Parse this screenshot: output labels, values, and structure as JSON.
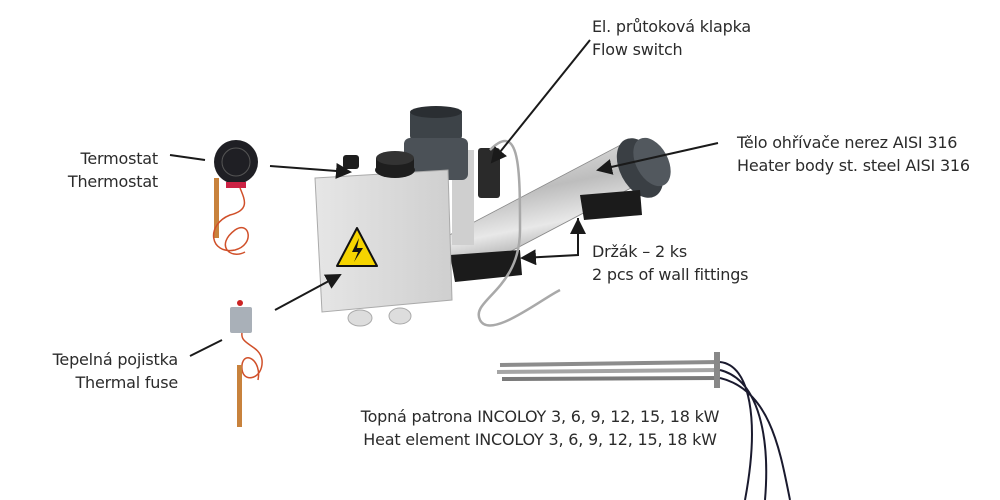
{
  "labels": {
    "flow_switch": {
      "cz": "El. průtoková klapka",
      "en": "Flow switch"
    },
    "heater_body": {
      "cz": "Tělo ohřívače nerez AISI 316",
      "en": "Heater body st. steel AISI 316"
    },
    "thermostat": {
      "cz": "Termostat",
      "en": "Thermostat"
    },
    "wall_fittings": {
      "cz": "Držák – 2 ks",
      "en": "2 pcs of wall fittings"
    },
    "thermal_fuse": {
      "cz": "Tepelná pojistka",
      "en": "Thermal fuse"
    },
    "heat_element": {
      "cz": "Topná patrona INCOLOY 3, 6, 9, 12, 15, 18 kW",
      "en": "Heat element INCOLOY 3, 6, 9, 12, 15, 18 kW"
    }
  },
  "colors": {
    "text": "#2b2b2b",
    "warning": "#f5d400",
    "capillary": "#d0502a",
    "steel": "#c8c8c8"
  }
}
